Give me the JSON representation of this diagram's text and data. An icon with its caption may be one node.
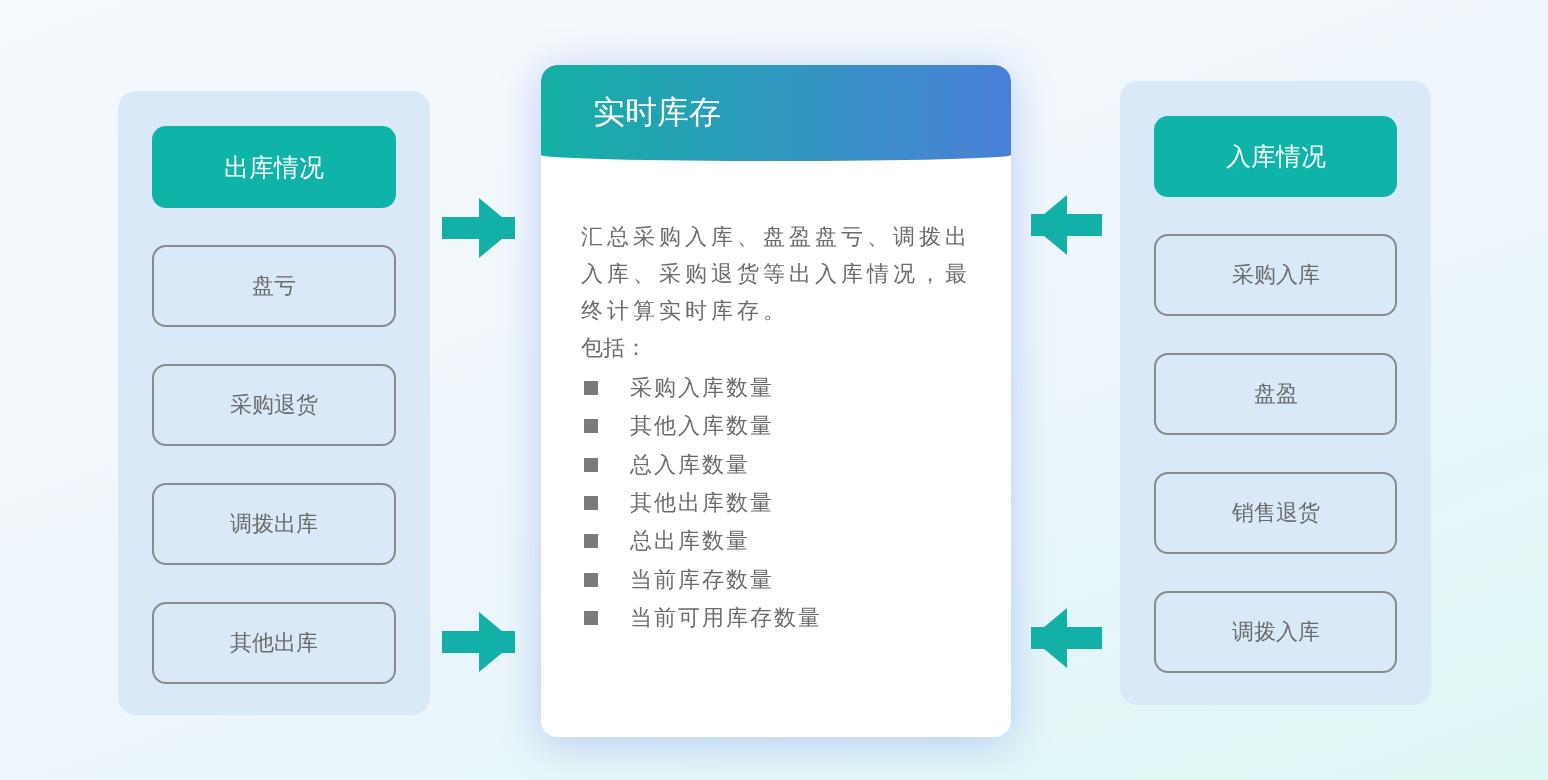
{
  "diagram": {
    "nodes": [
      {
        "text": [],
        "shape": "box"
      },
      {
        "text": [
          "出库情况"
        ],
        "in": 0
      },
      {
        "text": [
          "盘亏"
        ],
        "in": 0
      },
      {
        "text": [
          "采购退货"
        ],
        "in": 0
      },
      {
        "text": [
          "调拨出库"
        ],
        "in": 0
      },
      {
        "text": [
          "其他出库"
        ],
        "in": 0
      },
      {
        "text": [
          "实时库存",
          "汇总采购入库、盘盈盘亏、调拨出入库、采购退货等出入库情况，最终计算实时库存。",
          "包括：",
          "采购入库数量",
          "其他入库数量",
          "总入库数量",
          "其他出库数量",
          "总出库数量",
          "当前库存数量",
          "当前可用库存数量"
        ]
      },
      {
        "text": [],
        "shape": "box"
      },
      {
        "text": [
          "入库情况"
        ],
        "in": 7
      },
      {
        "text": [
          "采购入库"
        ],
        "in": 7
      },
      {
        "text": [
          "盘盈"
        ],
        "in": 7
      },
      {
        "text": [
          "销售退货"
        ],
        "in": 7
      },
      {
        "text": [
          "调拨入库"
        ],
        "in": 7
      }
    ],
    "edges": [
      {
        "from": 0,
        "to": 6,
        "arrow": "to"
      },
      {
        "from": 0,
        "to": 6,
        "arrow": "to"
      },
      {
        "from": 7,
        "to": 6,
        "arrow": "to"
      },
      {
        "from": 7,
        "to": 6,
        "arrow": "to"
      }
    ]
  }
}
